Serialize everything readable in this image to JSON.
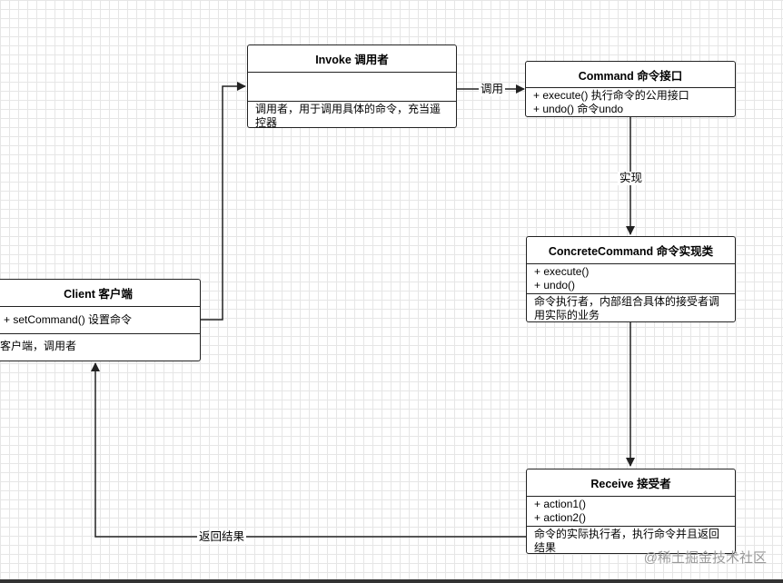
{
  "invoker": {
    "title": "Invoke 调用者",
    "description": "调用者，用于调用具体的命令，充当遥控器"
  },
  "command": {
    "title": "Command 命令接口",
    "methods": [
      "+ execute() 执行命令的公用接口",
      "+ undo() 命令undo"
    ]
  },
  "concrete": {
    "title": "ConcreteCommand 命令实现类",
    "methods": [
      "+ execute()",
      "+ undo()"
    ],
    "description": "命令执行者，内部组合具体的接受者调用实际的业务"
  },
  "client": {
    "title": "Client 客户端",
    "methods": [
      "+ setCommand() 设置命令"
    ],
    "description": "客户端，调用者"
  },
  "receiver": {
    "title": "Receive 接受者",
    "methods": [
      "+ action1()",
      "+ action2()"
    ],
    "description": "命令的实际执行者，执行命令并且返回结果"
  },
  "edges": {
    "invoke_to_command": "调用",
    "implements": "实现",
    "return_result": "返回结果"
  },
  "watermark": "@稀土掘金技术社区",
  "colors": {
    "border": "#222222",
    "grid": "#e6e6e6"
  }
}
